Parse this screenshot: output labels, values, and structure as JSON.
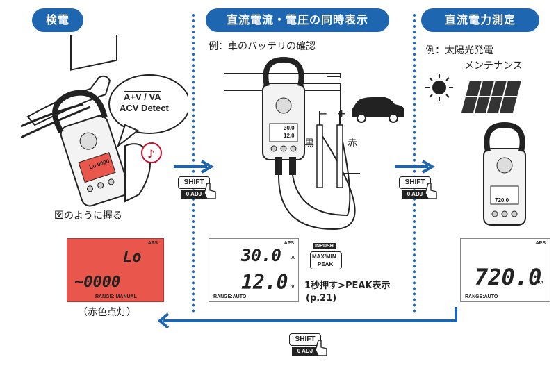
{
  "headers": {
    "left": "検電",
    "middle": "直流電流・電圧の同時表示",
    "right": "直流電力測定"
  },
  "left": {
    "bubble_line1": "A+V / VA",
    "bubble_line2": "ACV Detect",
    "grip_caption": "図のように握る",
    "lcd_top": "Lo",
    "lcd_bottom": "~0000",
    "lcd_range": "RANGE: MANUAL",
    "lcd_aps": "APS",
    "lcd_caption": "（赤色点灯）",
    "meter_lcd": "Lo 0000"
  },
  "middle": {
    "example": "例：車のバッテリの確認",
    "black_label": "黒",
    "red_label": "赤",
    "polarity_minus": "−",
    "polarity_plus": "+",
    "lcd_current": "30.0",
    "lcd_current_unit": "A",
    "lcd_voltage": "12.0",
    "lcd_voltage_unit": "V",
    "lcd_range": "RANGE:AUTO",
    "lcd_aps": "APS",
    "meter_lcd_top": "30.0",
    "meter_lcd_bottom": "12.0",
    "inrush_label": "INRUSH",
    "maxmin_label": "MAX/MIN",
    "peak_label": "PEAK",
    "peak_note": "1秒押す>PEAK表示",
    "page_ref": "(p.21)"
  },
  "right": {
    "example_line1": "例：太陽光発電",
    "example_line2": "メンテナンス",
    "lcd_value": "720.0",
    "lcd_unit": "VA",
    "lcd_range": "RANGE:AUTO",
    "lcd_aps": "APS",
    "meter_lcd": "720.0"
  },
  "shift_button": {
    "top": "SHIFT",
    "bottom": "0 ADJ"
  },
  "colors": {
    "accent": "#1f66b0",
    "red_lcd": "#e9564c",
    "note_red": "#c8102e"
  }
}
